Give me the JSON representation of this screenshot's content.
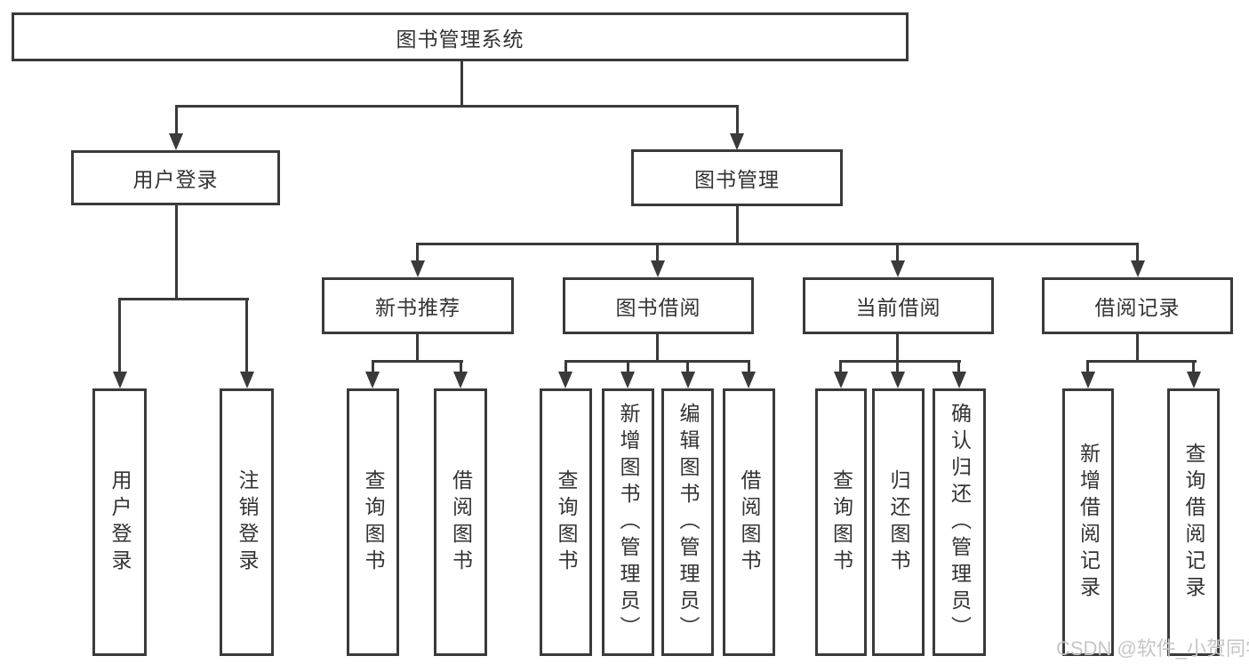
{
  "diagram": {
    "root": "图书管理系统",
    "level2": [
      "用户登录",
      "图书管理"
    ],
    "level3": [
      "新书推荐",
      "图书借阅",
      "当前借阅",
      "借阅记录"
    ],
    "leaves": {
      "user": [
        "用户登录",
        "注销登录"
      ],
      "recommend": [
        "查询图书",
        "借阅图书"
      ],
      "borrow": [
        "查询图书",
        "新增图书（管理员）",
        "编辑图书（管理员）",
        "借阅图书"
      ],
      "current": [
        "查询图书",
        "归还图书",
        "确认归还（管理员）"
      ],
      "records": [
        "新增借阅记录",
        "查询借阅记录"
      ]
    }
  },
  "watermark": "CSDN @软件_小贺同学",
  "colors": {
    "line": "#3a3a3a",
    "text": "#333333",
    "box_fill": "#ffffff",
    "background": "#ffffff",
    "watermark": "#c6c6c6"
  }
}
